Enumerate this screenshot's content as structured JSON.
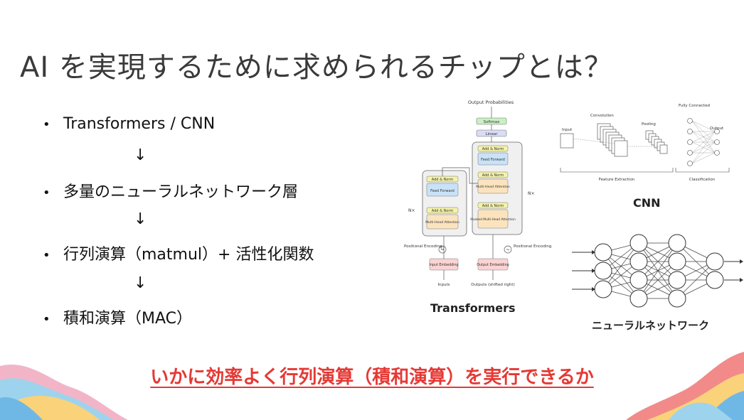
{
  "slide": {
    "title": "AI を実現するために求められるチップとは？",
    "bullets": [
      "Transformers / CNN",
      "多量のニューラルネットワーク層",
      "行列演算（matmul）+ 活性化関数",
      "積和演算（MAC）"
    ],
    "arrow_glyph": "↓",
    "bullet_glyph": "•",
    "bottom_message": "いかに効率よく行列演算（積和演算）を実行できるか"
  },
  "transformer_figure": {
    "label": "Transformers",
    "output_probabilities": "Output Probabilities",
    "softmax": "Softmax",
    "linear": "Linear",
    "add_norm": "Add & Norm",
    "feed_forward": "Feed Forward",
    "multi_head_attention": "Multi-Head Attention",
    "masked_multi_head_attention": "Masked Multi-Head Attention",
    "nx": "N×",
    "positional_encoding": "Positional Encoding",
    "input_embedding": "Input Embedding",
    "output_embedding": "Output Embedding",
    "inputs": "Inputs",
    "outputs": "Outputs (shifted right)",
    "colors": {
      "attention": "#fbe3bd",
      "feed_forward": "#c8e2f7",
      "add_norm": "#f4f2a8",
      "embedding": "#fbd3d3",
      "softmax": "#c9f0c3",
      "linear": "#d9dcf5"
    }
  },
  "cnn_figure": {
    "label": "CNN",
    "input": "Input",
    "convolution": "Convolution",
    "pooling": "Pooling",
    "fully_connected": "Fully Connected",
    "output": "Output",
    "feature_extraction": "Feature Extraction",
    "classification": "Classification"
  },
  "nn_figure": {
    "label": "ニューラルネットワーク"
  },
  "theme": {
    "accent_red": "#e53935",
    "wave_colors": [
      "#f2b5c8",
      "#9ed3ee",
      "#f9d27a",
      "#f28a8a",
      "#6fb8e6"
    ]
  }
}
